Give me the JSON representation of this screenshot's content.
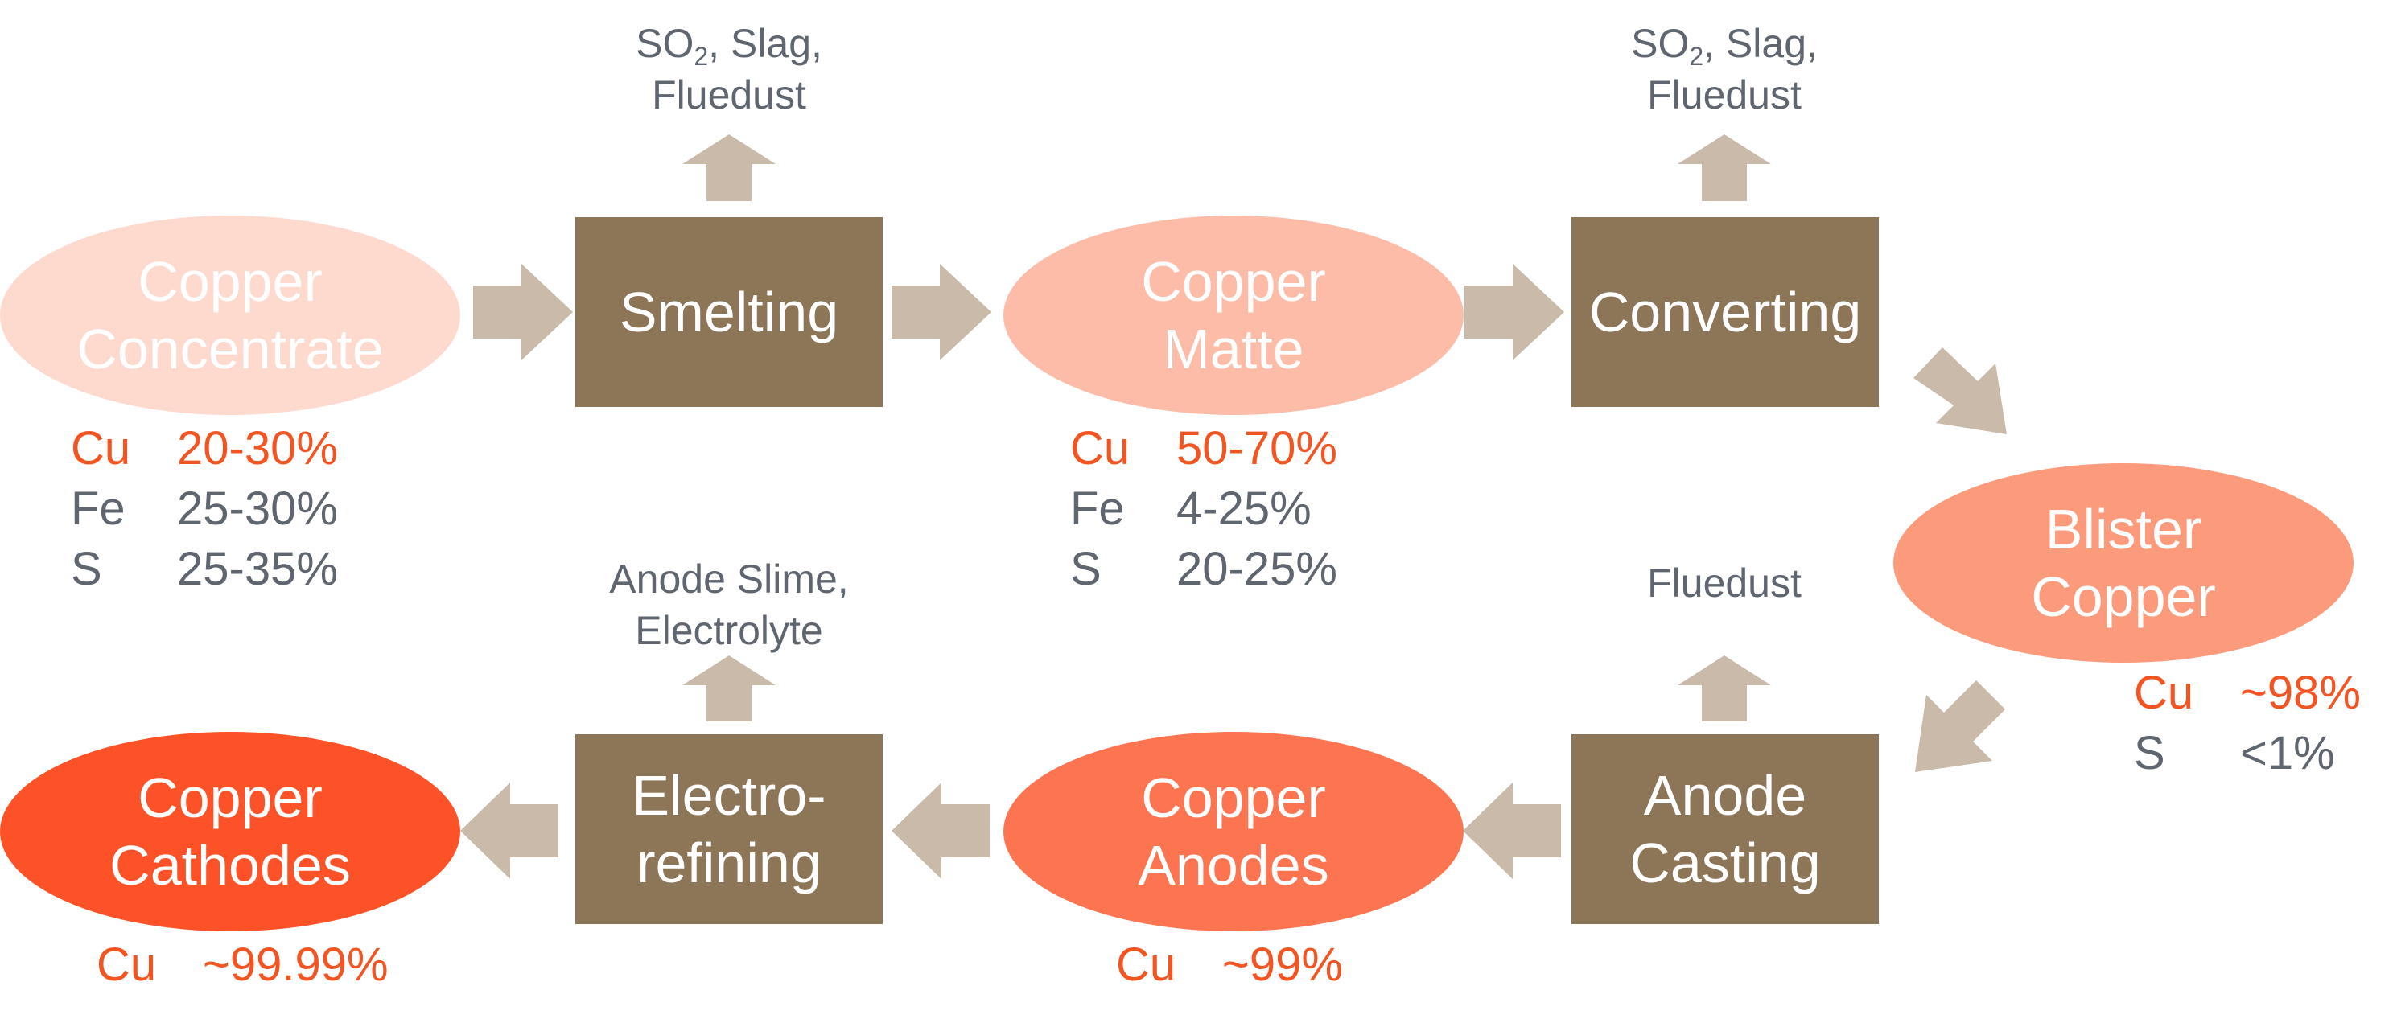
{
  "colors": {
    "box": "#8d7558",
    "arrow": "#c9baa9",
    "highlight_text": "#f25522",
    "gray_text": "#5f6670",
    "concentrate": "#fdd9ce",
    "matte": "#fdbca8",
    "blister": "#fc9a7c",
    "anodes": "#fd7451",
    "cathodes": "#fd5227"
  },
  "materials": {
    "concentrate": {
      "line1": "Copper",
      "line2": "Concentrate"
    },
    "matte": {
      "line1": "Copper",
      "line2": "Matte"
    },
    "blister": {
      "line1": "Blister",
      "line2": "Copper"
    },
    "anodes": {
      "line1": "Copper",
      "line2": "Anodes"
    },
    "cathodes": {
      "line1": "Copper",
      "line2": "Cathodes"
    }
  },
  "processes": {
    "smelting": {
      "line1": "Smelting"
    },
    "converting": {
      "line1": "Converting"
    },
    "anode_casting": {
      "line1": "Anode",
      "line2": "Casting"
    },
    "electrorefining": {
      "line1": "Electro-",
      "line2": "refining"
    }
  },
  "byproducts": {
    "smelting": {
      "so": "SO",
      "sub": "2",
      "rest": ", Slag,",
      "line2": "Fluedust"
    },
    "converting": {
      "so": "SO",
      "sub": "2",
      "rest": ", Slag,",
      "line2": "Fluedust"
    },
    "anode_casting": {
      "line1": "Fluedust"
    },
    "electrorefining": {
      "line1": "Anode Slime,",
      "line2": "Electrolyte"
    }
  },
  "compositions": {
    "concentrate": [
      {
        "element": "Cu",
        "value": "20-30%"
      },
      {
        "element": "Fe",
        "value": "25-30%"
      },
      {
        "element": "S",
        "value": "25-35%"
      }
    ],
    "matte": [
      {
        "element": "Cu",
        "value": "50-70%"
      },
      {
        "element": "Fe",
        "value": "4-25%"
      },
      {
        "element": "S",
        "value": "20-25%"
      }
    ],
    "blister": [
      {
        "element": "Cu",
        "value": "~98%"
      },
      {
        "element": "S",
        "value": "<1%"
      }
    ],
    "anodes": [
      {
        "element": "Cu",
        "value": "~99%"
      }
    ],
    "cathodes": [
      {
        "element": "Cu",
        "value": "~99.99%"
      }
    ]
  }
}
